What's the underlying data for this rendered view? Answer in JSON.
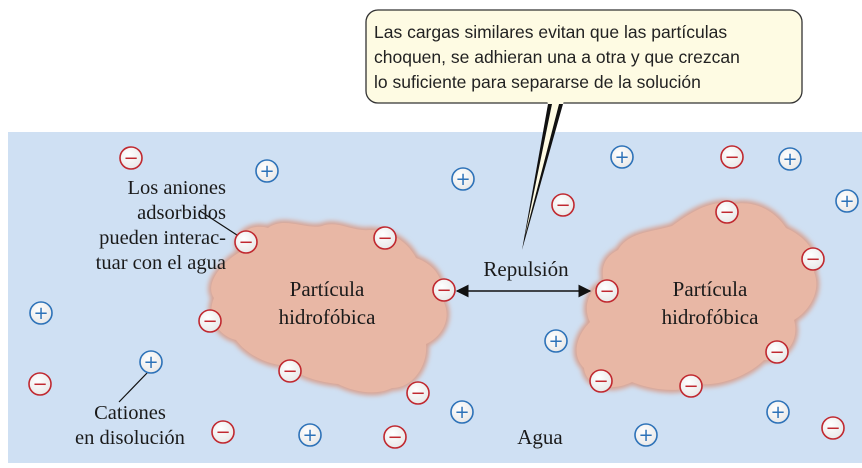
{
  "callout": {
    "lines": [
      "Las cargas similares evitan que las partículas",
      "choquen, se adhieran una a otra y que crezcan",
      "lo suficiente para separarse de la solución"
    ]
  },
  "labels": {
    "anions": [
      "Los aniones",
      "adsorbidos",
      "pueden interac-",
      "tuar con el agua"
    ],
    "cations": [
      "Cationes",
      "en disolución"
    ],
    "repulsion": "Repulsión",
    "water": "Agua",
    "particle_left": [
      "Partícula",
      "hidrofóbica"
    ],
    "particle_right": [
      "Partícula",
      "hidrofóbica"
    ]
  },
  "symbols": {
    "plus": "+",
    "minus": "−"
  },
  "colors": {
    "water": "#cfe0f3",
    "particle_fill": "#e6b3a1",
    "particle_edge": "#c99484",
    "callout_fill": "#fefbe3",
    "anion": "#c0282f",
    "cation": "#2d72b8"
  }
}
